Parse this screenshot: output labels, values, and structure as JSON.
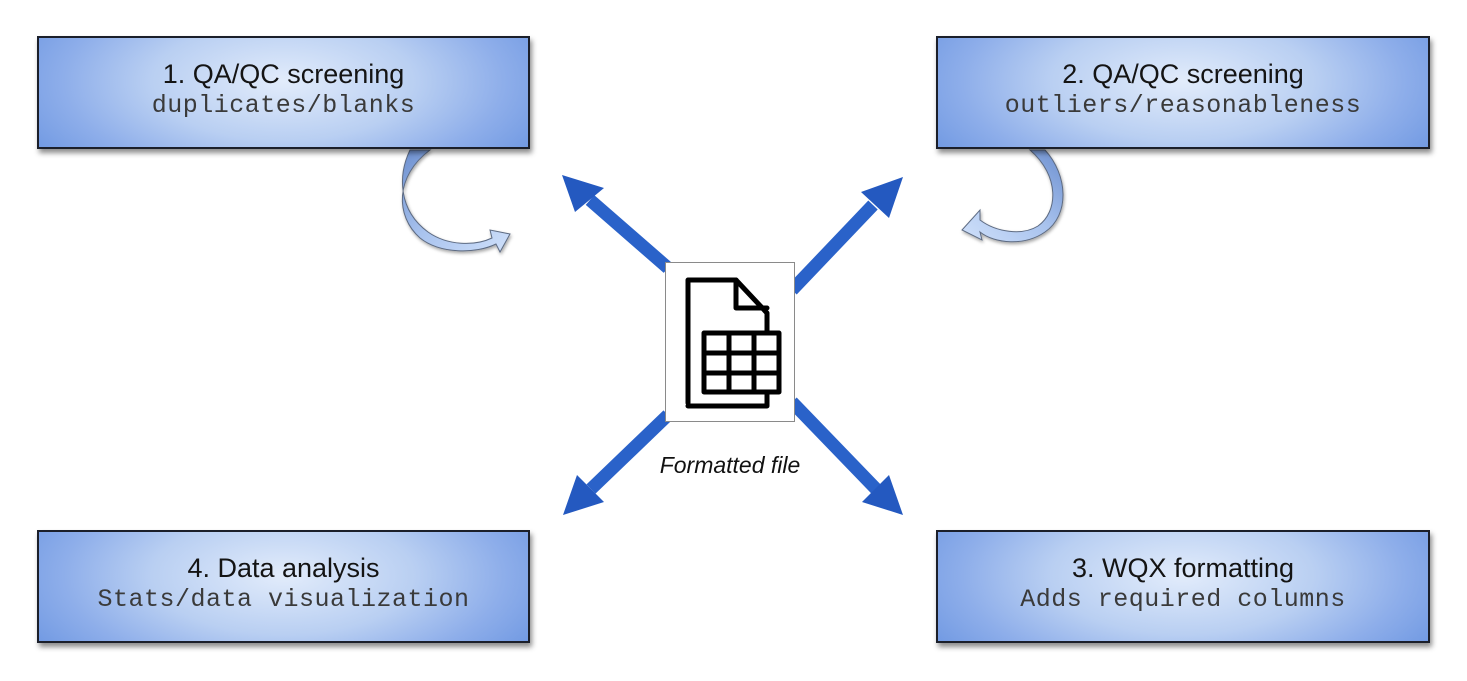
{
  "diagram": {
    "steps": [
      {
        "number": "1.",
        "title": "1. QA/QC screening",
        "subtitle": "duplicates/blanks"
      },
      {
        "number": "2.",
        "title": "2. QA/QC screening",
        "subtitle": "outliers/reasonableness"
      },
      {
        "number": "3.",
        "title": "3. WQX formatting",
        "subtitle": "Adds required columns"
      },
      {
        "number": "4.",
        "title": "4. Data analysis",
        "subtitle": "Stats/data visualization"
      }
    ],
    "center": {
      "label": "Formatted file",
      "icon": "spreadsheet-file-icon"
    },
    "arrows": {
      "straight": [
        "center-to-step-1",
        "center-to-step-2",
        "center-to-step-3",
        "center-to-step-4"
      ],
      "loops": [
        "step-1-loop-back",
        "step-2-loop-back"
      ]
    },
    "colors": {
      "arrow_blue": "#2a62c9",
      "box_edge_blue": "#6f98e2",
      "box_center_blue": "#e2ecfb",
      "curve_blue": "#8fb0e6"
    }
  }
}
